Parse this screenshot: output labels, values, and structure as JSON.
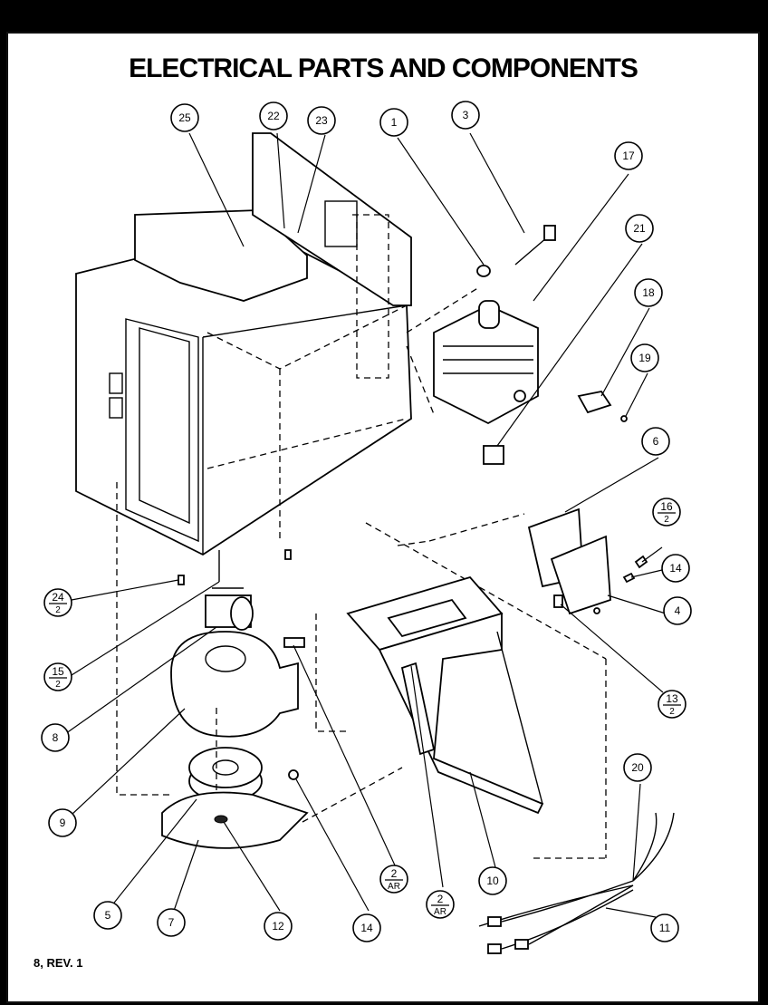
{
  "title": "ELECTRICAL PARTS AND COMPONENTS",
  "footer": "8, REV. 1",
  "callouts": [
    {
      "id": "c25",
      "label": "25"
    },
    {
      "id": "c22",
      "label": "22"
    },
    {
      "id": "c23",
      "label": "23"
    },
    {
      "id": "c1",
      "label": "1"
    },
    {
      "id": "c3",
      "label": "3"
    },
    {
      "id": "c17",
      "label": "17"
    },
    {
      "id": "c21",
      "label": "21"
    },
    {
      "id": "c18",
      "label": "18"
    },
    {
      "id": "c19",
      "label": "19"
    },
    {
      "id": "c6",
      "label": "6"
    },
    {
      "id": "c16",
      "label": "16",
      "sub": "2"
    },
    {
      "id": "c14a",
      "label": "14"
    },
    {
      "id": "c4",
      "label": "4"
    },
    {
      "id": "c13",
      "label": "13",
      "sub": "2"
    },
    {
      "id": "c24",
      "label": "24",
      "sub": "2"
    },
    {
      "id": "c15",
      "label": "15",
      "sub": "2"
    },
    {
      "id": "c8",
      "label": "8"
    },
    {
      "id": "c9",
      "label": "9"
    },
    {
      "id": "c5",
      "label": "5"
    },
    {
      "id": "c7",
      "label": "7"
    },
    {
      "id": "c12",
      "label": "12"
    },
    {
      "id": "c14b",
      "label": "14"
    },
    {
      "id": "c2a",
      "label": "2",
      "sub": "AR"
    },
    {
      "id": "c2b",
      "label": "2",
      "sub": "AR"
    },
    {
      "id": "c10",
      "label": "10"
    },
    {
      "id": "c20",
      "label": "20"
    },
    {
      "id": "c11",
      "label": "11"
    }
  ]
}
